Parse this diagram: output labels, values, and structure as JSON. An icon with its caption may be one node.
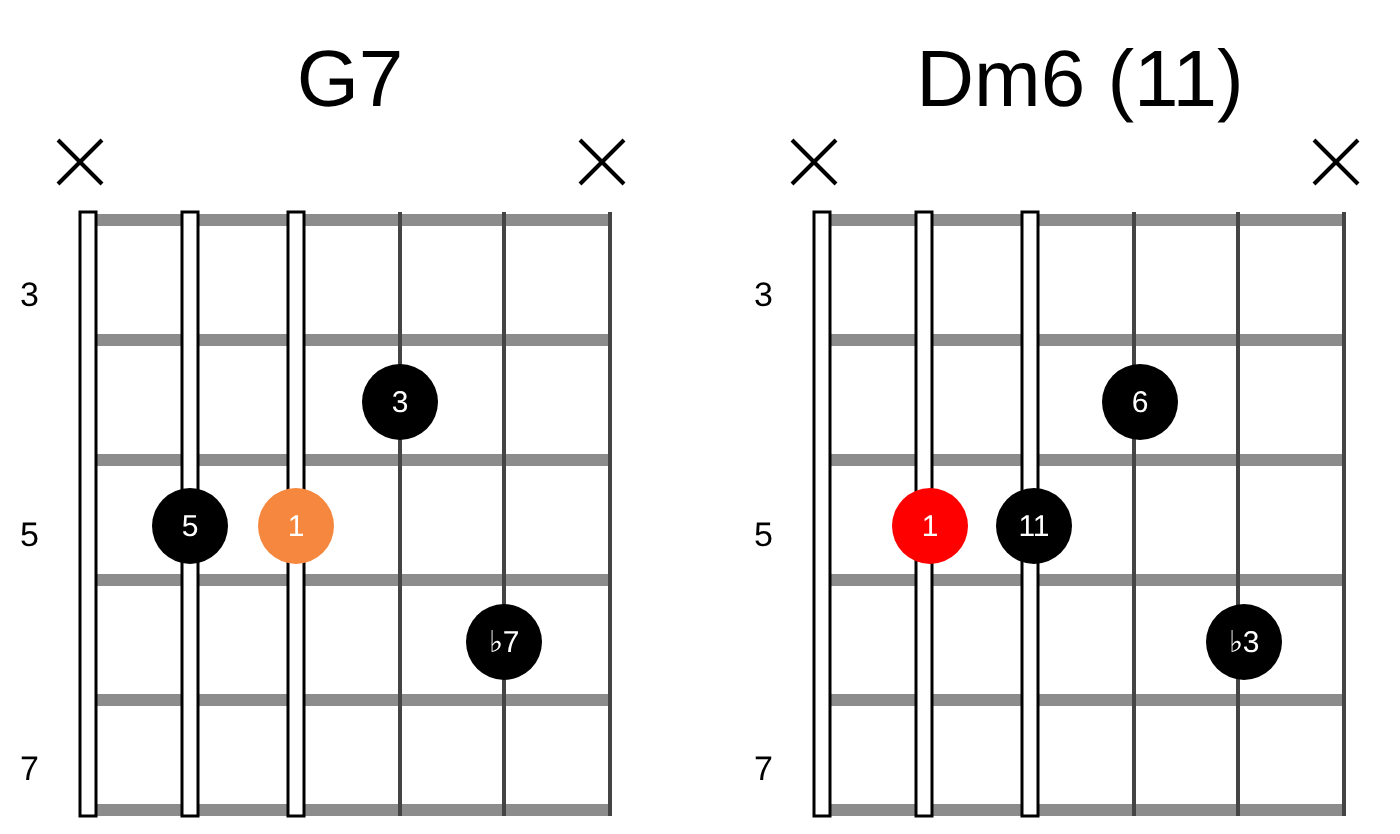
{
  "diagram": {
    "nodes": [
      {
        "text": [
          "3"
        ]
      },
      {
        "text": [
          "5"
        ]
      },
      {
        "text": [
          "1"
        ]
      },
      {
        "text": [
          "♭7"
        ]
      },
      {
        "text": [
          "6"
        ]
      },
      {
        "text": [
          "1"
        ]
      },
      {
        "text": [
          "11"
        ]
      },
      {
        "text": [
          "♭3"
        ]
      }
    ],
    "labels": [
      "G7",
      "Dm6 (11)",
      "3",
      "5",
      "7",
      "3",
      "5",
      "7"
    ]
  }
}
